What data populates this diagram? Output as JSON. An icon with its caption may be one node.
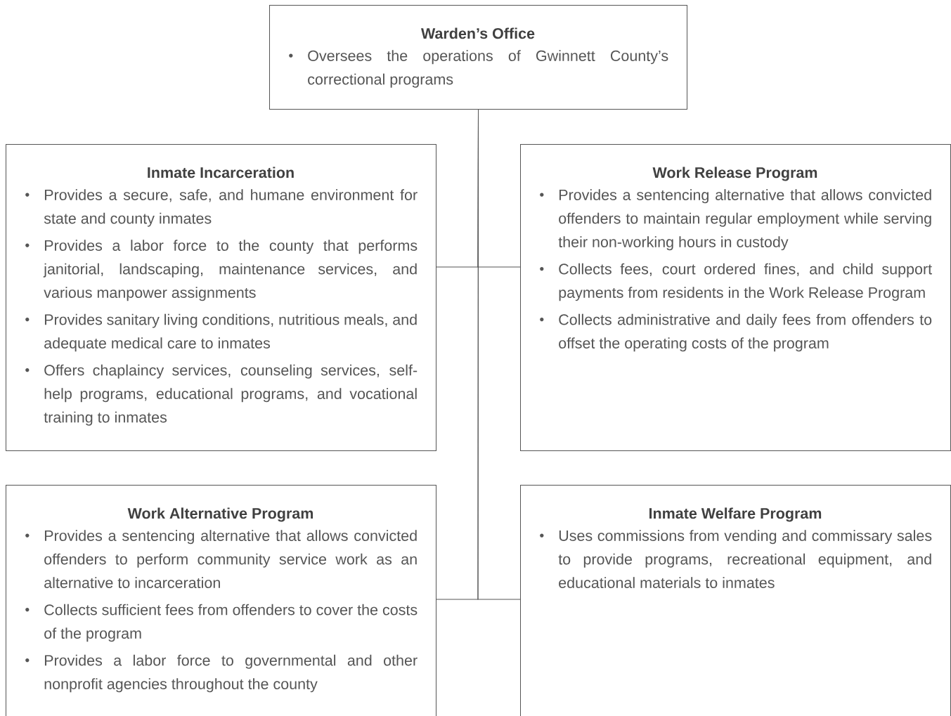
{
  "diagram": {
    "nodes": [
      {
        "text": [
          "Warden’s Office",
          "Oversees the operations of Gwinnett County’s correctional programs"
        ]
      },
      {
        "text": [
          "Inmate Incarceration",
          "Provides a secure, safe, and humane environment for state and county inmates",
          "Provides a labor force to the county that performs janitorial, landscaping, maintenance services, and various manpower assignments",
          "Provides sanitary living conditions, nutritious meals, and adequate medical care to inmates",
          "Offers chaplaincy services, counseling services, self-help programs, educational programs, and vocational training to inmates"
        ]
      },
      {
        "text": [
          "Work Release Program",
          "Provides a sentencing alternative that allows convicted offenders to maintain regular employment while serving their non-working hours in custody",
          "Collects fees, court ordered fines, and child support payments from residents in the Work Release Program",
          "Collects administrative and daily fees from offenders to offset the operating costs of the program"
        ]
      },
      {
        "text": [
          "Work Alternative Program",
          "Provides a sentencing alternative that allows convicted offenders to perform community service work as an alternative to incarceration",
          "Collects sufficient fees from offenders to cover the costs of the program",
          "Provides a labor force to governmental and other nonprofit agencies throughout the county"
        ]
      },
      {
        "text": [
          "Inmate Welfare Program",
          "Uses commissions from vending and commissary sales to provide programs, recreational equipment, and educational materials to inmates"
        ]
      }
    ],
    "edges": [
      {
        "from": 0,
        "to": 1,
        "arrow": "none"
      },
      {
        "from": 0,
        "to": 2,
        "arrow": "none"
      },
      {
        "from": 0,
        "to": 3,
        "arrow": "none"
      },
      {
        "from": 0,
        "to": 4,
        "arrow": "none"
      }
    ]
  }
}
